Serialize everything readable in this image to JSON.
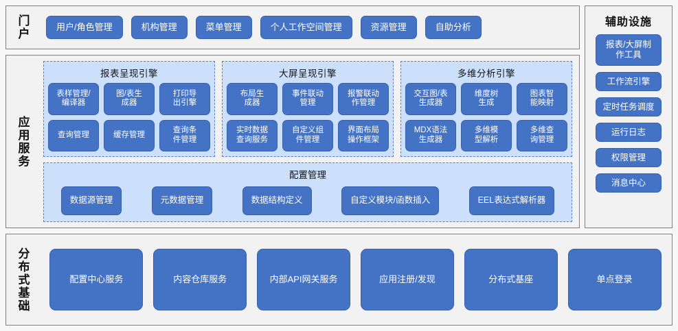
{
  "theme": {
    "button_fill": "#4472c4",
    "button_border": "#3761ac",
    "button_text": "#ffffff",
    "panel_bg": "#f2f2f2",
    "panel_border": "#808080",
    "engine_bg": "#ccdffb",
    "engine_border": "#5b7fc4",
    "page_bg": "#f7f7f7"
  },
  "portal": {
    "label": "门户",
    "buttons": [
      {
        "label": "用户/角色管理"
      },
      {
        "label": "机构管理"
      },
      {
        "label": "菜单管理"
      },
      {
        "label": "个人工作空间管理"
      },
      {
        "label": "资源管理"
      },
      {
        "label": "自助分析"
      }
    ]
  },
  "app_service": {
    "label": "应用服务",
    "engines": [
      {
        "title": "报表呈现引擎",
        "items": [
          {
            "label": "表样管理/\n编译器"
          },
          {
            "label": "图/表生\n成器"
          },
          {
            "label": "打印导\n出引擎"
          },
          {
            "label": "查询管理"
          },
          {
            "label": "缓存管理"
          },
          {
            "label": "查询条\n件管理"
          }
        ]
      },
      {
        "title": "大屏呈现引擎",
        "items": [
          {
            "label": "布局生\n成器"
          },
          {
            "label": "事件联动\n管理"
          },
          {
            "label": "报警联动\n作管理"
          },
          {
            "label": "实时数据\n查询服务"
          },
          {
            "label": "自定义组\n件管理"
          },
          {
            "label": "界面布局\n操作框架"
          }
        ]
      },
      {
        "title": "多维分析引擎",
        "items": [
          {
            "label": "交互图/表\n生成器"
          },
          {
            "label": "维度树\n生成"
          },
          {
            "label": "图表智\n能映射"
          },
          {
            "label": "MDX语法\n生成器"
          },
          {
            "label": "多维模\n型解析"
          },
          {
            "label": "多维查\n询管理"
          }
        ]
      }
    ],
    "config": {
      "title": "配置管理",
      "items": [
        {
          "label": "数据源管理"
        },
        {
          "label": "元数据管理"
        },
        {
          "label": "数据结构定义"
        },
        {
          "label": "自定义模块/函数插入"
        },
        {
          "label": "EEL表达式解析器"
        }
      ]
    }
  },
  "auxiliary": {
    "title": "辅助设施",
    "buttons": [
      {
        "label": "报表/大屏制\n作工具",
        "size": "tall"
      },
      {
        "label": "工作流引擎",
        "size": "short"
      },
      {
        "label": "定时任务调度",
        "size": "short"
      },
      {
        "label": "运行日志",
        "size": "short"
      },
      {
        "label": "权限管理",
        "size": "short"
      },
      {
        "label": "消息中心",
        "size": "short"
      }
    ]
  },
  "infrastructure": {
    "label": "分布式基础",
    "buttons": [
      {
        "label": "配置中心服务"
      },
      {
        "label": "内容仓库服务"
      },
      {
        "label": "内部API网关服务"
      },
      {
        "label": "应用注册/发现"
      },
      {
        "label": "分布式基座"
      },
      {
        "label": "单点登录"
      }
    ]
  }
}
